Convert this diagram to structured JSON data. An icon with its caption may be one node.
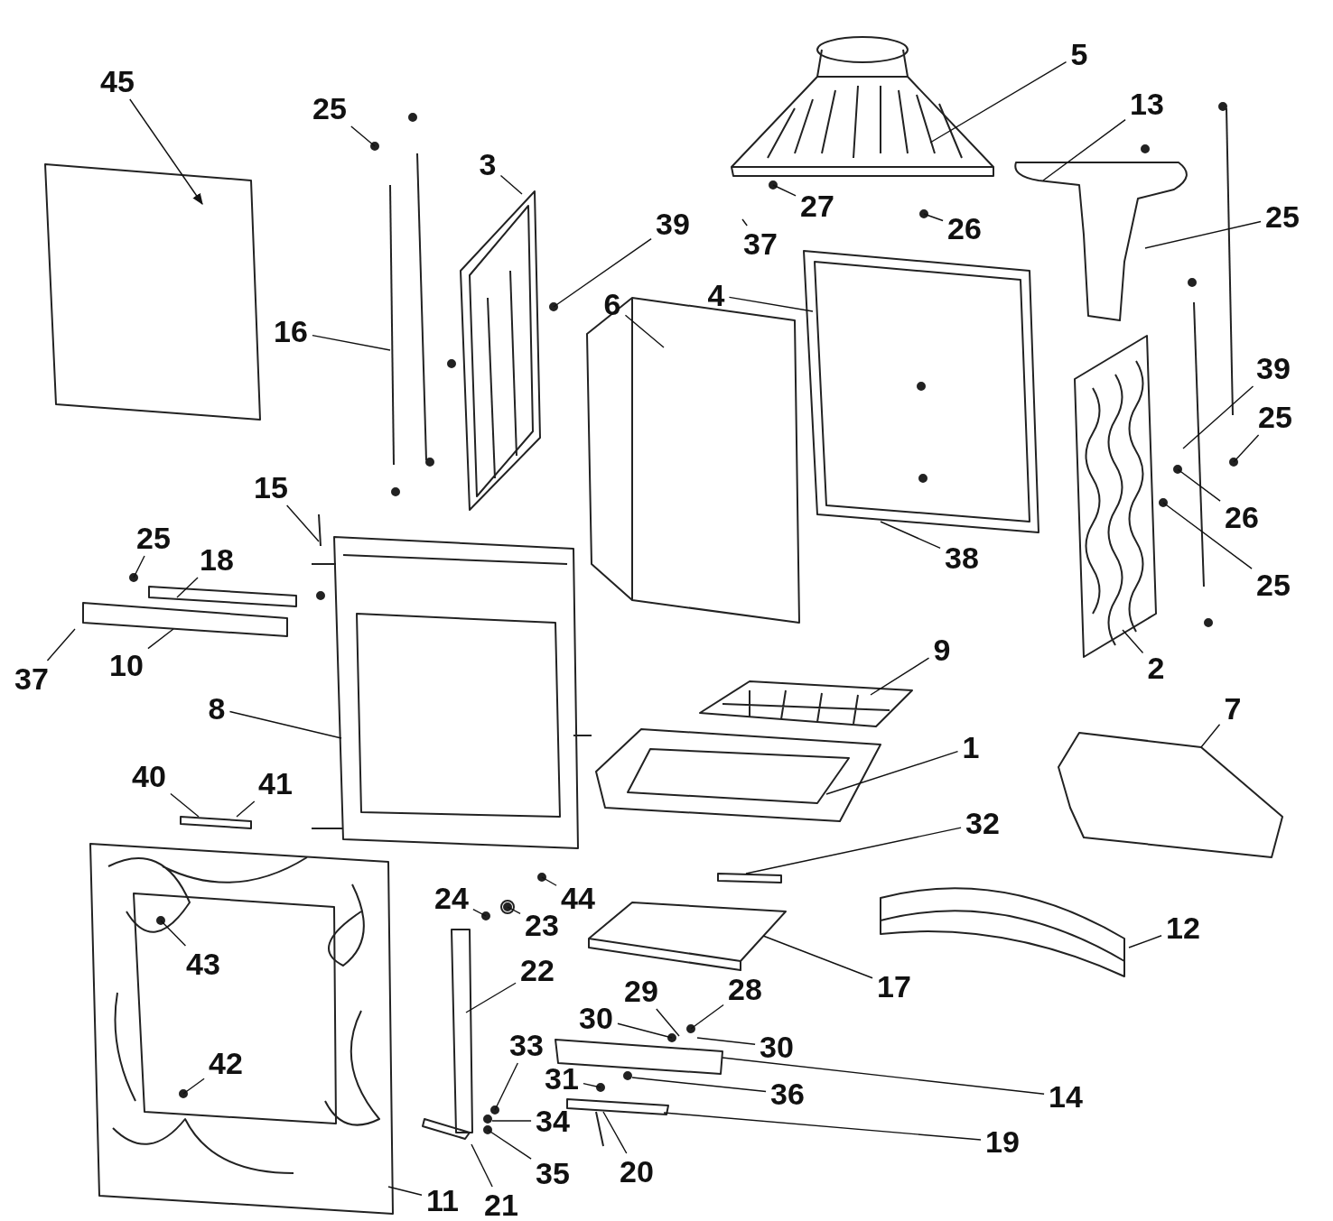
{
  "diagram": {
    "nodes": [
      {
        "text": [
          "45"
        ]
      },
      {
        "text": [
          "25"
        ]
      },
      {
        "text": [
          "3"
        ]
      },
      {
        "text": [
          "5"
        ]
      },
      {
        "text": [
          "13"
        ]
      },
      {
        "text": [
          "27"
        ]
      },
      {
        "text": [
          "39"
        ]
      },
      {
        "text": [
          "37"
        ]
      },
      {
        "text": [
          "26"
        ]
      },
      {
        "text": [
          "25"
        ]
      },
      {
        "text": [
          "6"
        ]
      },
      {
        "text": [
          "4"
        ]
      },
      {
        "text": [
          "16"
        ]
      },
      {
        "text": [
          "39"
        ]
      },
      {
        "text": [
          "25"
        ]
      },
      {
        "text": [
          "26"
        ]
      },
      {
        "text": [
          "15"
        ]
      },
      {
        "text": [
          "38"
        ]
      },
      {
        "text": [
          "25"
        ]
      },
      {
        "text": [
          "25"
        ]
      },
      {
        "text": [
          "18"
        ]
      },
      {
        "text": [
          "2"
        ]
      },
      {
        "text": [
          "37"
        ]
      },
      {
        "text": [
          "10"
        ]
      },
      {
        "text": [
          "9"
        ]
      },
      {
        "text": [
          "8"
        ]
      },
      {
        "text": [
          "7"
        ]
      },
      {
        "text": [
          "1"
        ]
      },
      {
        "text": [
          "40"
        ]
      },
      {
        "text": [
          "41"
        ]
      },
      {
        "text": [
          "32"
        ]
      },
      {
        "text": [
          "44"
        ]
      },
      {
        "text": [
          "24"
        ]
      },
      {
        "text": [
          "23"
        ]
      },
      {
        "text": [
          "43"
        ]
      },
      {
        "text": [
          "22"
        ]
      },
      {
        "text": [
          "12"
        ]
      },
      {
        "text": [
          "17"
        ]
      },
      {
        "text": [
          "29"
        ]
      },
      {
        "text": [
          "28"
        ]
      },
      {
        "text": [
          "30"
        ]
      },
      {
        "text": [
          "30"
        ]
      },
      {
        "text": [
          "33"
        ]
      },
      {
        "text": [
          "14"
        ]
      },
      {
        "text": [
          "31"
        ]
      },
      {
        "text": [
          "36"
        ]
      },
      {
        "text": [
          "42"
        ]
      },
      {
        "text": [
          "34"
        ]
      },
      {
        "text": [
          "19"
        ]
      },
      {
        "text": [
          "35"
        ]
      },
      {
        "text": [
          "20"
        ]
      },
      {
        "text": [
          "11"
        ]
      },
      {
        "text": [
          "21"
        ]
      }
    ],
    "edges": [
      {
        "from": 0,
        "to": null,
        "arrow": "to"
      },
      {
        "from": 1,
        "to": null,
        "arrow": "none"
      },
      {
        "from": 2,
        "to": null,
        "arrow": "none"
      },
      {
        "from": 3,
        "to": null,
        "arrow": "none"
      },
      {
        "from": 4,
        "to": null,
        "arrow": "none"
      },
      {
        "from": 5,
        "to": null,
        "arrow": "none"
      },
      {
        "from": 6,
        "to": null,
        "arrow": "none"
      },
      {
        "from": 7,
        "to": null,
        "arrow": "none"
      },
      {
        "from": 8,
        "to": null,
        "arrow": "none"
      },
      {
        "from": 9,
        "to": null,
        "arrow": "none"
      },
      {
        "from": 10,
        "to": null,
        "arrow": "none"
      },
      {
        "from": 11,
        "to": null,
        "arrow": "none"
      },
      {
        "from": 12,
        "to": null,
        "arrow": "none"
      },
      {
        "from": 13,
        "to": null,
        "arrow": "none"
      },
      {
        "from": 14,
        "to": null,
        "arrow": "none"
      },
      {
        "from": 15,
        "to": null,
        "arrow": "none"
      },
      {
        "from": 16,
        "to": null,
        "arrow": "none"
      },
      {
        "from": 17,
        "to": null,
        "arrow": "none"
      },
      {
        "from": 18,
        "to": null,
        "arrow": "none"
      },
      {
        "from": 19,
        "to": null,
        "arrow": "none"
      },
      {
        "from": 20,
        "to": null,
        "arrow": "none"
      },
      {
        "from": 21,
        "to": null,
        "arrow": "none"
      },
      {
        "from": 22,
        "to": null,
        "arrow": "none"
      },
      {
        "from": 23,
        "to": null,
        "arrow": "none"
      },
      {
        "from": 24,
        "to": null,
        "arrow": "none"
      },
      {
        "from": 25,
        "to": null,
        "arrow": "none"
      },
      {
        "from": 26,
        "to": null,
        "arrow": "none"
      },
      {
        "from": 27,
        "to": null,
        "arrow": "none"
      },
      {
        "from": 28,
        "to": null,
        "arrow": "none"
      },
      {
        "from": 29,
        "to": null,
        "arrow": "none"
      },
      {
        "from": 30,
        "to": null,
        "arrow": "none"
      },
      {
        "from": 31,
        "to": null,
        "arrow": "none"
      },
      {
        "from": 32,
        "to": null,
        "arrow": "none"
      },
      {
        "from": 33,
        "to": null,
        "arrow": "none"
      },
      {
        "from": 34,
        "to": null,
        "arrow": "none"
      },
      {
        "from": 35,
        "to": null,
        "arrow": "none"
      },
      {
        "from": 36,
        "to": null,
        "arrow": "none"
      },
      {
        "from": 37,
        "to": null,
        "arrow": "none"
      },
      {
        "from": 38,
        "to": null,
        "arrow": "none"
      },
      {
        "from": 39,
        "to": null,
        "arrow": "none"
      },
      {
        "from": 40,
        "to": null,
        "arrow": "none"
      },
      {
        "from": 41,
        "to": null,
        "arrow": "none"
      },
      {
        "from": 42,
        "to": null,
        "arrow": "none"
      },
      {
        "from": 43,
        "to": null,
        "arrow": "none"
      },
      {
        "from": 44,
        "to": null,
        "arrow": "none"
      },
      {
        "from": 45,
        "to": null,
        "arrow": "none"
      },
      {
        "from": 46,
        "to": null,
        "arrow": "none"
      },
      {
        "from": 47,
        "to": null,
        "arrow": "none"
      },
      {
        "from": 48,
        "to": null,
        "arrow": "none"
      },
      {
        "from": 49,
        "to": null,
        "arrow": "none"
      },
      {
        "from": 50,
        "to": null,
        "arrow": "none"
      },
      {
        "from": 51,
        "to": null,
        "arrow": "none"
      },
      {
        "from": 52,
        "to": null,
        "arrow": "none"
      }
    ]
  }
}
